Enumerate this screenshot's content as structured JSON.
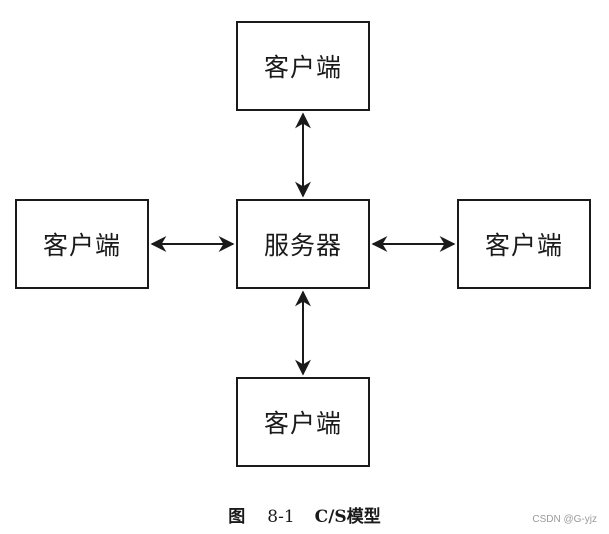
{
  "diagram": {
    "nodes": {
      "top": "客户端",
      "left": "客户端",
      "center": "服务器",
      "right": "客户端",
      "bottom": "客户端"
    },
    "edges": [
      {
        "from": "center",
        "to": "top",
        "bidirectional": true
      },
      {
        "from": "center",
        "to": "left",
        "bidirectional": true
      },
      {
        "from": "center",
        "to": "right",
        "bidirectional": true
      },
      {
        "from": "center",
        "to": "bottom",
        "bidirectional": true
      }
    ]
  },
  "caption": {
    "label": "图",
    "number": "8-1",
    "title": "C/S模型"
  },
  "watermark": "CSDN @G-yjz",
  "colors": {
    "stroke": "#1a1a1a",
    "background": "#ffffff"
  }
}
